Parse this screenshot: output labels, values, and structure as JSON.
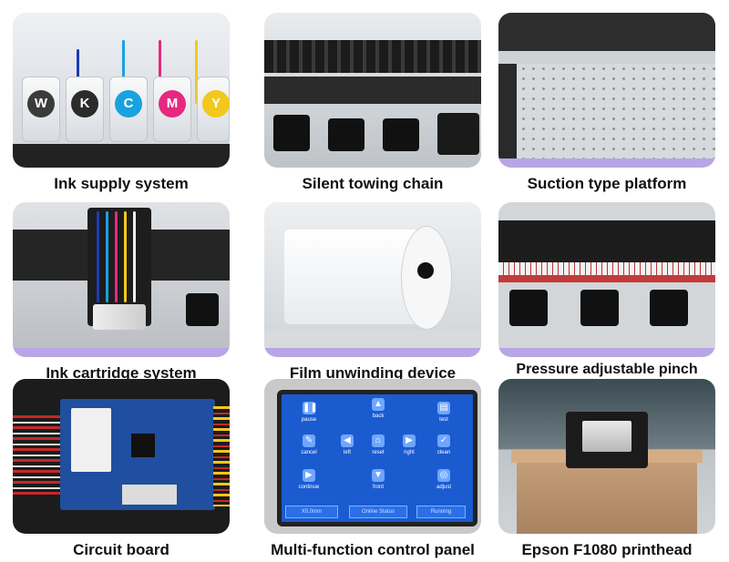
{
  "cards": [
    {
      "caption": "Ink supply system"
    },
    {
      "caption": "Silent towing chain"
    },
    {
      "caption": "Suction type platform"
    },
    {
      "caption": "Ink cartridge system"
    },
    {
      "caption": "Film unwinding device"
    },
    {
      "caption": "Pressure adjustable pinch roller"
    },
    {
      "caption": "Circuit board"
    },
    {
      "caption": "Multi-function control panel"
    },
    {
      "caption": "Epson F1080 printhead"
    }
  ],
  "ink_labels": [
    "W",
    "K",
    "C",
    "M",
    "Y"
  ],
  "ink_colors": [
    "#3b3b3b",
    "#2b2b2b",
    "#18a2e0",
    "#e6287f",
    "#f3c81c"
  ],
  "control_panel": {
    "buttons": [
      "pause",
      "back",
      "test",
      "cancel",
      "left",
      "reset",
      "right",
      "clean",
      "continue",
      "front",
      "adjust"
    ],
    "status": [
      "X0.0mm",
      "Online Status",
      "Running"
    ]
  }
}
